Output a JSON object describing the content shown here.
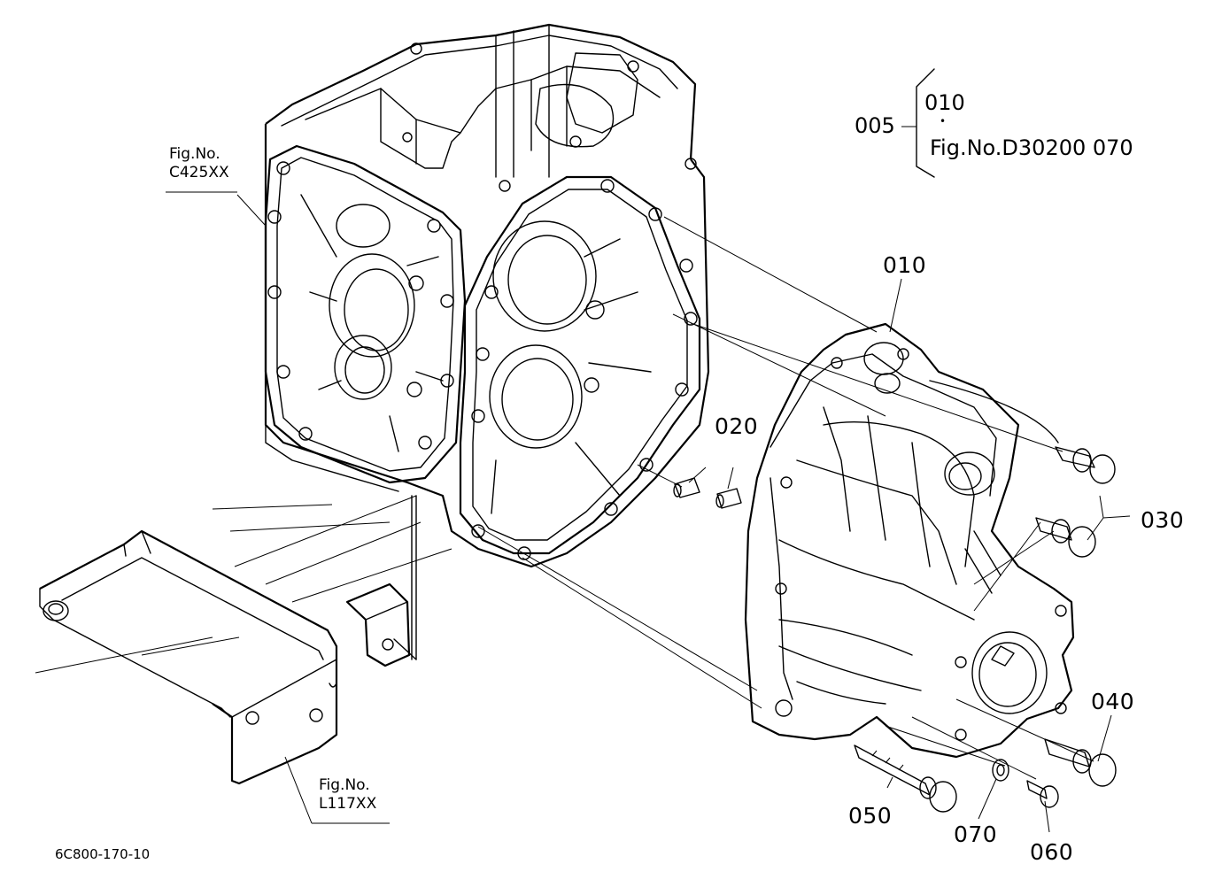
{
  "references": {
    "left_fig_no": "Fig.No.",
    "left_fig_code": "C425XX",
    "bottom_fig_no": "Fig.No.",
    "bottom_fig_code": "L117XX"
  },
  "legend": {
    "assembly_no": "005",
    "part_010": "010",
    "dot": "•",
    "fig_ref": "Fig.No.D30200  070"
  },
  "part_numbers": {
    "p010": "010",
    "p020": "020",
    "p030": "030",
    "p040": "040",
    "p050": "050",
    "p060": "060",
    "p070": "070"
  },
  "diagram_code": "6C800-170-10"
}
